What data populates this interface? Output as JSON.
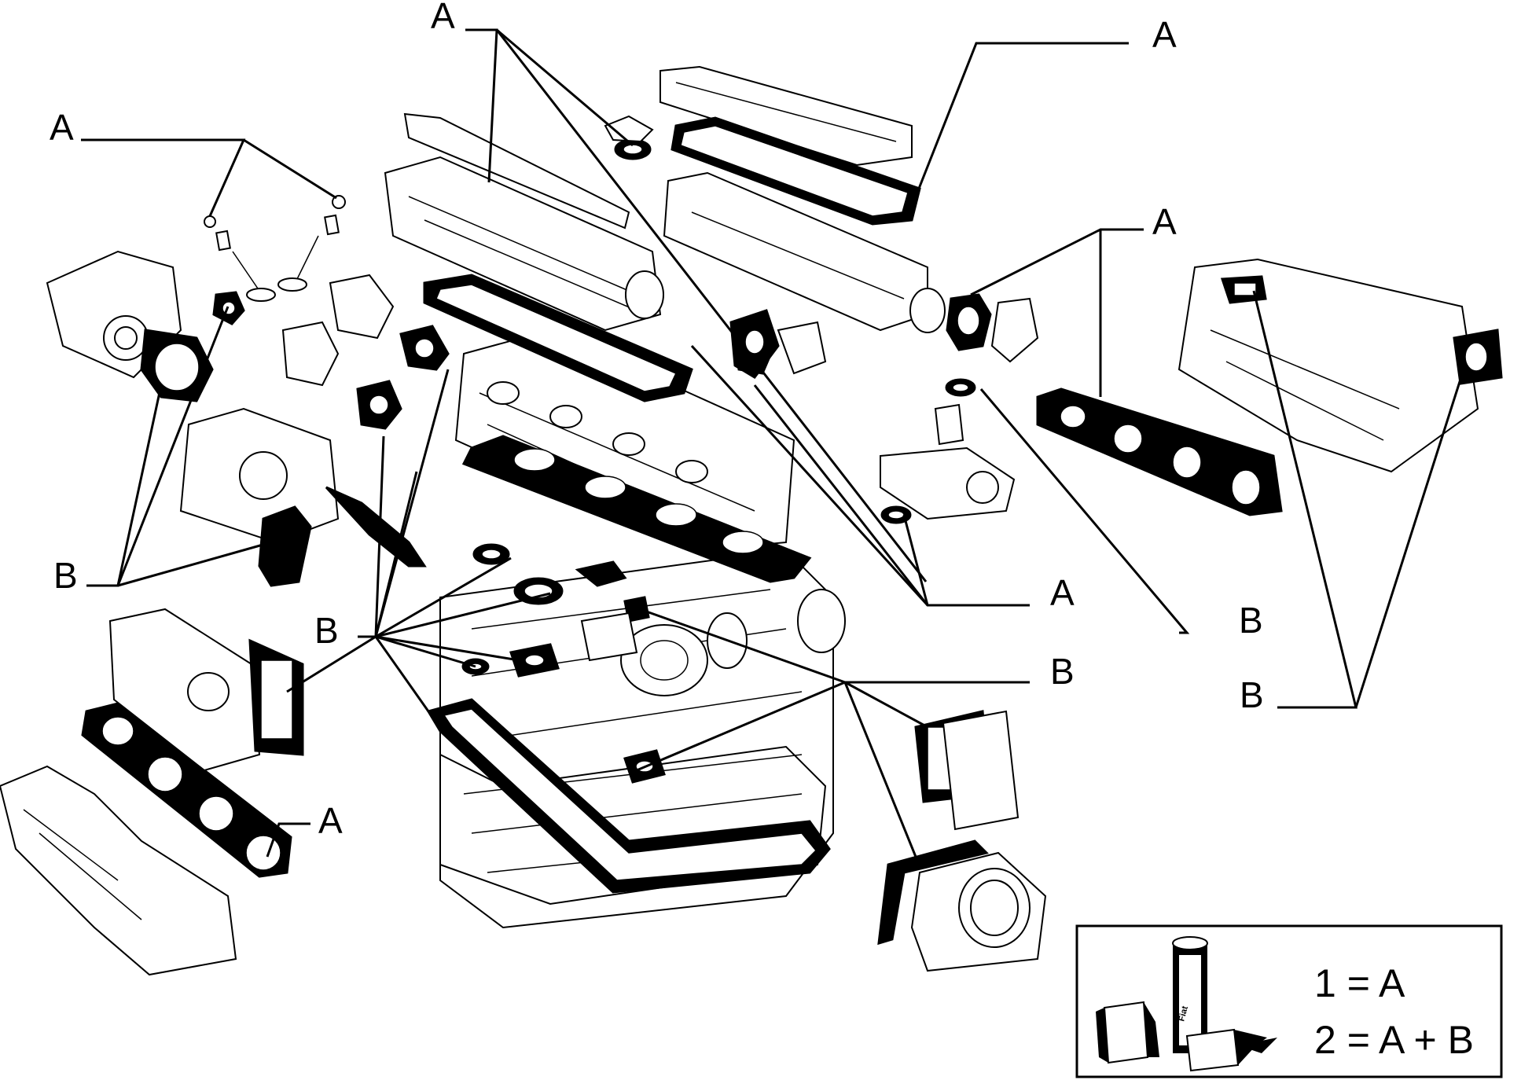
{
  "callouts": {
    "a_top_center": "A",
    "a_top_right": "A",
    "a_valve_seals": "A",
    "a_intake_gasket": "A",
    "a_head_gasket": "A",
    "a_exhaust_gasket": "A",
    "b_left_pump": "B",
    "b_center": "B",
    "b_thermostat": "B",
    "b_oilpan": "B",
    "b_intake_flanges": "B"
  },
  "legend": {
    "line1": "1 = A",
    "line2": "2 = A + B",
    "can_label": "Fiat"
  }
}
